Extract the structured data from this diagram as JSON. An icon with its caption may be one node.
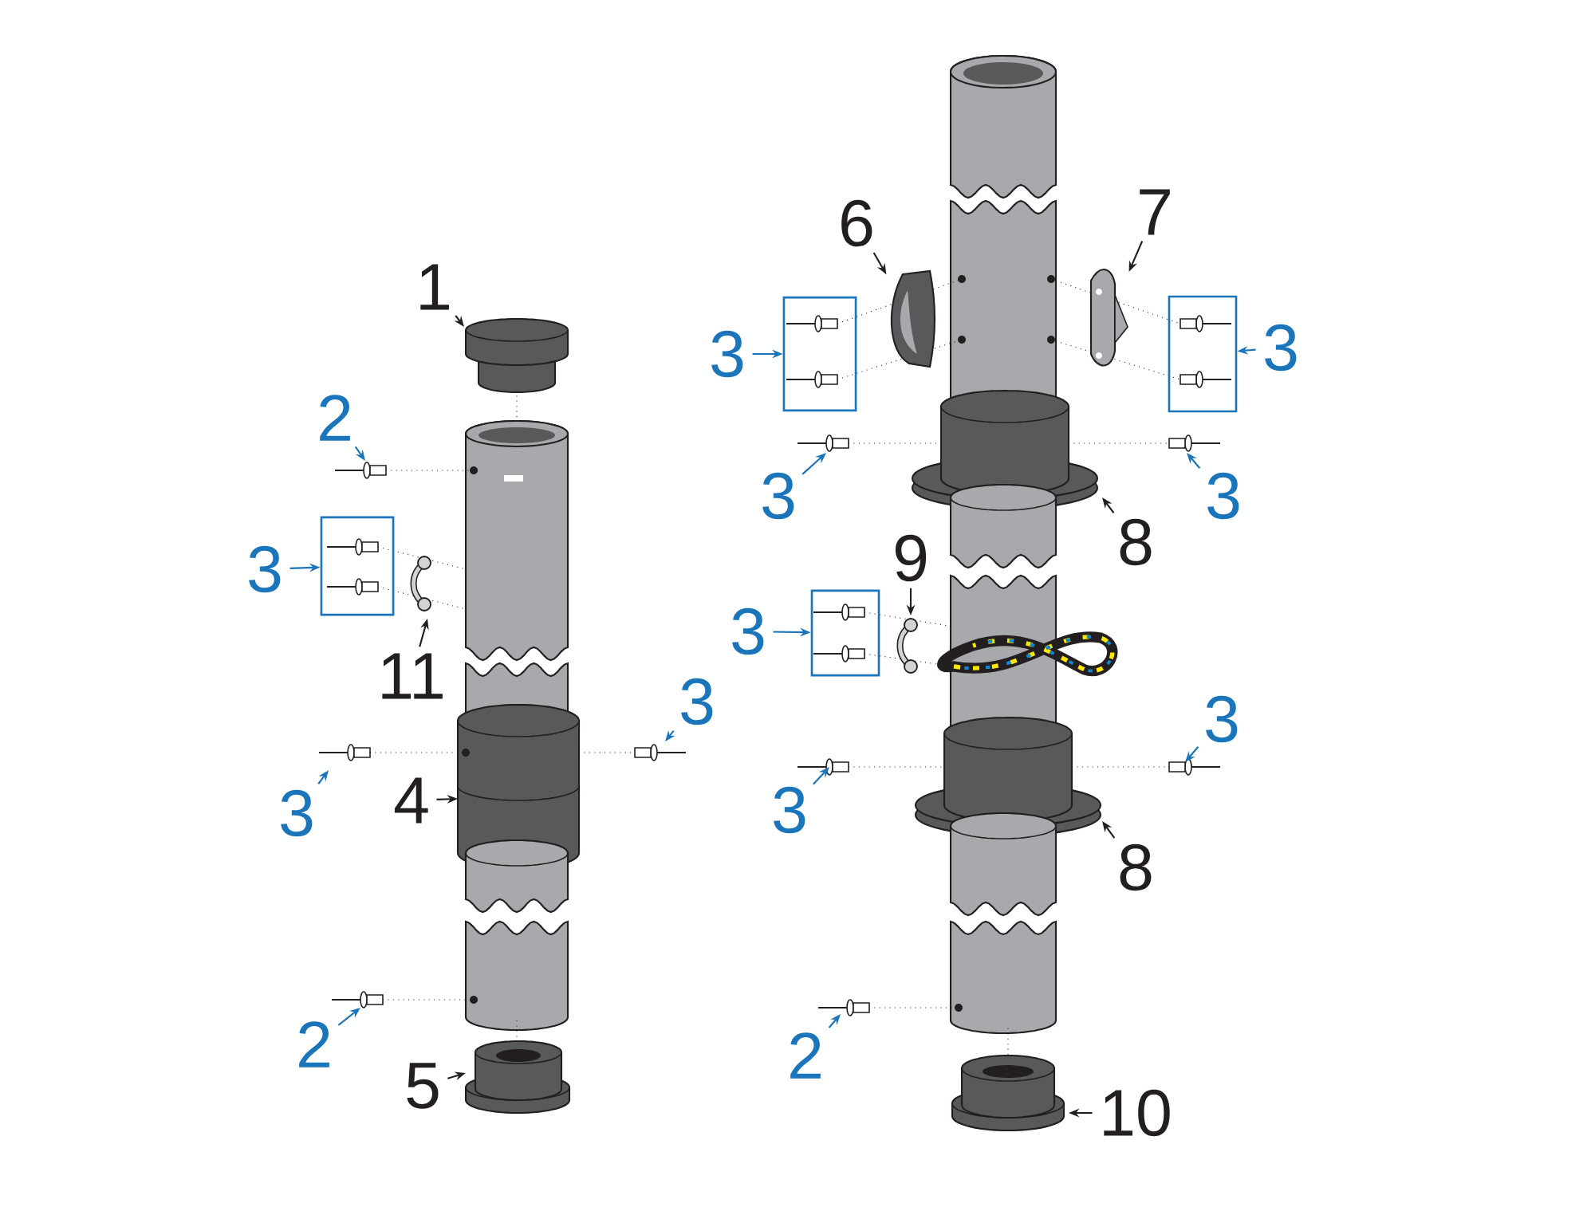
{
  "diagram": {
    "nodes": [
      {
        "text": [
          "1"
        ]
      },
      {
        "text": [
          "2"
        ]
      },
      {
        "text": [
          "3"
        ]
      },
      {
        "text": [],
        "shape": "box"
      },
      {
        "text": [
          "11"
        ]
      },
      {
        "text": [
          "3"
        ]
      },
      {
        "text": [
          "3"
        ]
      },
      {
        "text": [
          "4"
        ]
      },
      {
        "text": [
          "2"
        ]
      },
      {
        "text": [
          "5"
        ]
      },
      {
        "text": [
          "6"
        ]
      },
      {
        "text": [
          "7"
        ]
      },
      {
        "text": [
          "3"
        ]
      },
      {
        "text": [],
        "shape": "box"
      },
      {
        "text": [],
        "shape": "box"
      },
      {
        "text": [
          "3"
        ]
      },
      {
        "text": [
          "3"
        ]
      },
      {
        "text": [
          "3"
        ]
      },
      {
        "text": [
          "8"
        ]
      },
      {
        "text": [
          "9"
        ]
      },
      {
        "text": [
          "3"
        ]
      },
      {
        "text": [],
        "shape": "box"
      },
      {
        "text": [
          "3"
        ]
      },
      {
        "text": [
          "3"
        ]
      },
      {
        "text": [
          "8"
        ]
      },
      {
        "text": [
          "2"
        ]
      },
      {
        "text": [
          "10"
        ]
      },
      {
        "text": [],
        "shape": "picture"
      },
      {
        "text": [],
        "shape": "picture"
      }
    ],
    "edges": [
      {
        "from": 0,
        "to": null,
        "arrow": "to",
        "color": "#231f20"
      },
      {
        "from": 1,
        "to": null,
        "arrow": "to"
      },
      {
        "from": 2,
        "to": 3,
        "arrow": "to"
      },
      {
        "from": 4,
        "to": null,
        "arrow": "to",
        "color": "#231f20"
      },
      {
        "from": 5,
        "to": null,
        "arrow": "to"
      },
      {
        "from": 6,
        "to": null,
        "arrow": "to"
      },
      {
        "from": 7,
        "to": null,
        "arrow": "to",
        "color": "#231f20"
      },
      {
        "from": 8,
        "to": null,
        "arrow": "to"
      },
      {
        "from": 9,
        "to": null,
        "arrow": "to",
        "color": "#231f20"
      },
      {
        "from": 10,
        "to": 27,
        "arrow": "to",
        "color": "#231f20"
      },
      {
        "from": 11,
        "to": 28,
        "arrow": "to",
        "color": "#231f20"
      },
      {
        "from": 12,
        "to": 13,
        "arrow": "to"
      },
      {
        "from": 15,
        "to": 14,
        "arrow": "to"
      },
      {
        "from": 16,
        "to": null,
        "arrow": "to"
      },
      {
        "from": 17,
        "to": null,
        "arrow": "to"
      },
      {
        "from": 18,
        "to": null,
        "arrow": "to",
        "color": "#231f20"
      },
      {
        "from": 19,
        "to": null,
        "arrow": "to",
        "color": "#231f20"
      },
      {
        "from": 20,
        "to": 21,
        "arrow": "to"
      },
      {
        "from": 22,
        "to": null,
        "arrow": "to"
      },
      {
        "from": 23,
        "to": null,
        "arrow": "to"
      },
      {
        "from": 24,
        "to": null,
        "arrow": "to",
        "color": "#231f20"
      },
      {
        "from": 25,
        "to": null,
        "arrow": "to"
      },
      {
        "from": 26,
        "to": null,
        "arrow": "to",
        "color": "#231f20"
      }
    ]
  }
}
